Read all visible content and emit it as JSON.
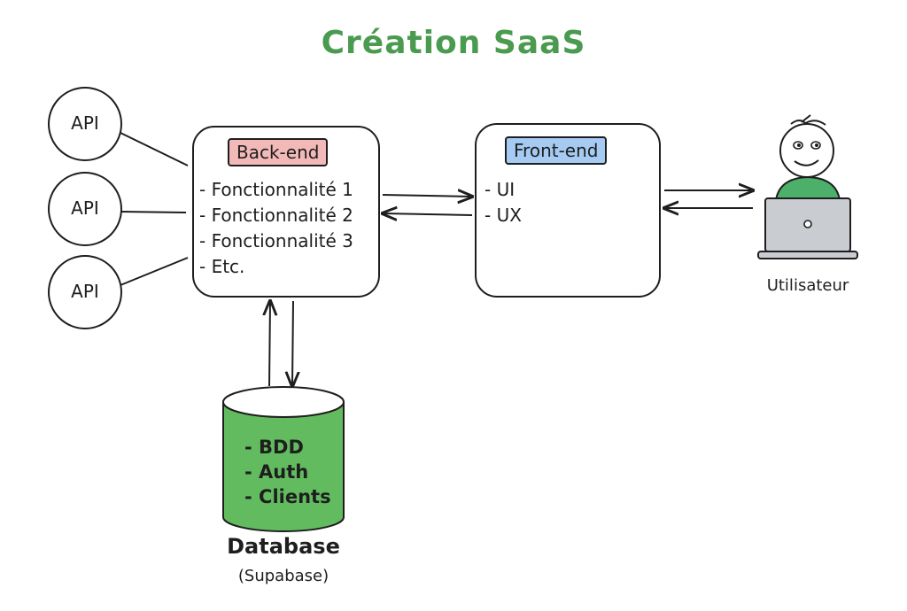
{
  "title": "Création SaaS",
  "apis": [
    "API",
    "API",
    "API"
  ],
  "backend": {
    "label": "Back-end",
    "items": [
      "- Fonctionnalité 1",
      "- Fonctionnalité 2",
      "- Fonctionnalité 3",
      "- Etc."
    ]
  },
  "frontend": {
    "label": "Front-end",
    "items": [
      "- UI",
      "- UX"
    ]
  },
  "database": {
    "items": [
      "- BDD",
      "- Auth",
      "- Clients"
    ],
    "title": "Database",
    "subtitle": "(Supabase)"
  },
  "user": {
    "label": "Utilisateur"
  },
  "colors": {
    "title": "#4a9a4f",
    "backend_tag": "#f3b9b9",
    "frontend_tag": "#a5cbf3",
    "database_fill": "#62bc5f",
    "user_shirt": "#4caf6a",
    "laptop": "#c9ccd1"
  }
}
